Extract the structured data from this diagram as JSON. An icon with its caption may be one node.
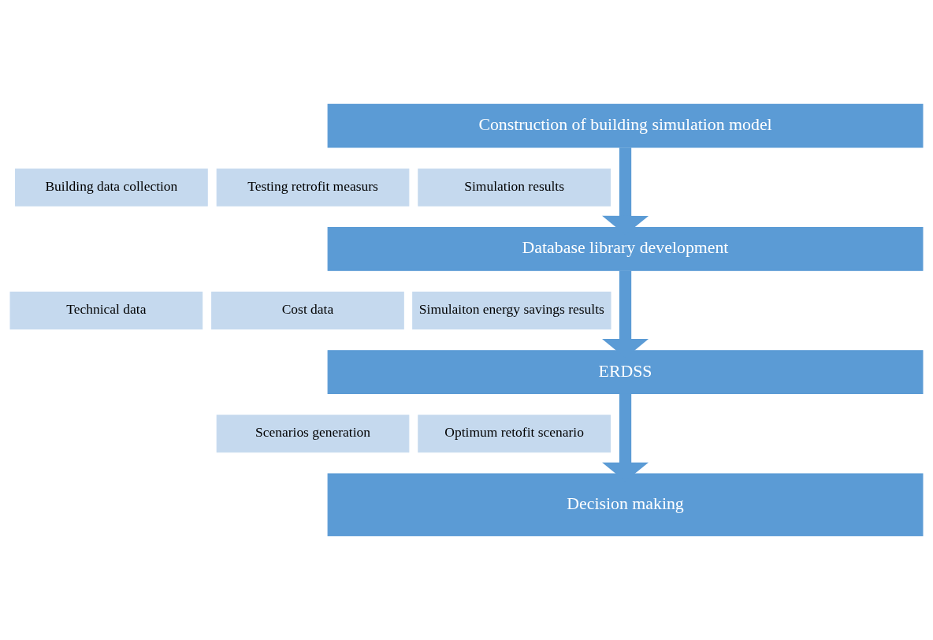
{
  "diagram": {
    "nodes": [
      {
        "text": [
          "Construction of building simulation model"
        ]
      },
      {
        "text": [
          "Building data collection"
        ]
      },
      {
        "text": [
          "Testing retrofit measurs"
        ]
      },
      {
        "text": [
          "Simulation results"
        ]
      },
      {
        "text": [
          "Database library development"
        ]
      },
      {
        "text": [
          "Technical data"
        ]
      },
      {
        "text": [
          "Cost data"
        ]
      },
      {
        "text": [
          "Simulaiton energy savings results"
        ]
      },
      {
        "text": [
          "ERDSS"
        ]
      },
      {
        "text": [
          "Scenarios generation"
        ]
      },
      {
        "text": [
          "Optimum retofit scenario"
        ]
      },
      {
        "text": [
          "Decision making"
        ]
      }
    ],
    "edges": [
      {
        "from": 0,
        "to": 4,
        "arrow": "to"
      },
      {
        "from": 4,
        "to": 8,
        "arrow": "to"
      },
      {
        "from": 8,
        "to": 11,
        "arrow": "to"
      }
    ]
  }
}
